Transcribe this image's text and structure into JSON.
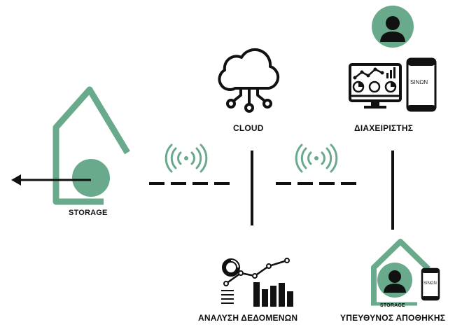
{
  "colors": {
    "accent": "#6aaa8c",
    "ink": "#111111",
    "background": "#ffffff"
  },
  "nodes": {
    "storage_main": {
      "label": "STORAGE",
      "icon": "house-storage-icon"
    },
    "cloud": {
      "label": "CLOUD",
      "icon": "cloud-network-icon"
    },
    "manager": {
      "label": "ΔΙΑΧΕΙΡΙΣΤΗΣ",
      "icon": "dashboard-monitor-icon",
      "phone_text": "SINΩN"
    },
    "analysis": {
      "label": "ΑΝΑΛΥΣΗ ΔΕΔΟΜΕΝΩΝ",
      "icon": "analytics-chart-icon"
    },
    "warehouse_manager": {
      "label": "ΥΠΕΥΘΥΝΟΣ ΑΠΟΘΗΚΗΣ",
      "storage_label": "STORAGE",
      "phone_text": "SINΩN",
      "icon": "house-person-icon"
    }
  },
  "connections": [
    {
      "from": "storage_main",
      "to": "cloud",
      "style": "dashed",
      "signal": "wireless-signal-icon"
    },
    {
      "from": "cloud",
      "to": "manager",
      "style": "dashed",
      "signal": "wireless-signal-icon"
    },
    {
      "from": "cloud",
      "to": "analysis",
      "style": "solid"
    },
    {
      "from": "manager",
      "to": "warehouse_manager",
      "style": "solid"
    }
  ]
}
